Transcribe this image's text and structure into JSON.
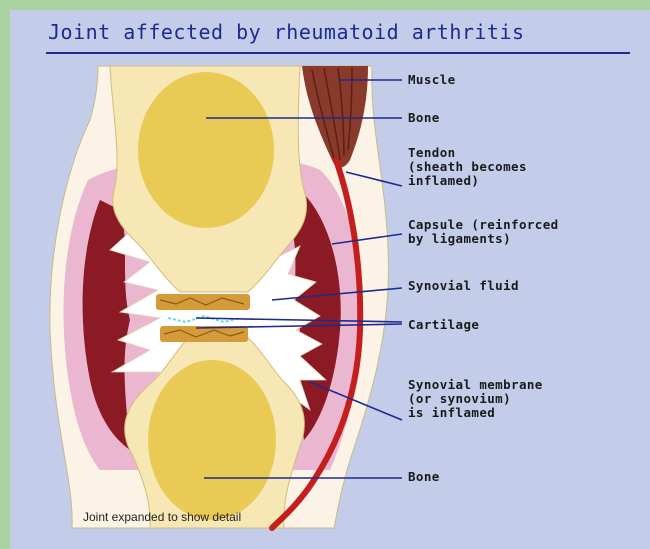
{
  "title": "Joint affected by rheumatoid arthritis",
  "labels": {
    "muscle": "Muscle",
    "bone_top": "Bone",
    "tendon": "Tendon\n(sheath becomes\ninflamed)",
    "capsule": "Capsule (reinforced\nby ligaments)",
    "synovial_fluid": "Synovial fluid",
    "cartilage": "Cartilage",
    "synovial_membrane": "Synovial membrane\n(or synovium)\nis inflamed",
    "bone_bottom": "Bone"
  },
  "caption": "Joint expanded to show detail",
  "colors": {
    "page_border": "#a9d3a0",
    "panel": "#c3cdea",
    "title": "#1d2b8f",
    "leader": "#1d2b8f",
    "bone": "#f4e6a6",
    "marrow": "#e8c74a",
    "skin": "#fbf4e6",
    "capsule": "#e8a8c8",
    "synovium": "#8c1a24",
    "tendon": "#c41e1e",
    "muscle": "#8a3a2a",
    "fluid": "#ffffff",
    "cartilage": "#d59a3a"
  }
}
